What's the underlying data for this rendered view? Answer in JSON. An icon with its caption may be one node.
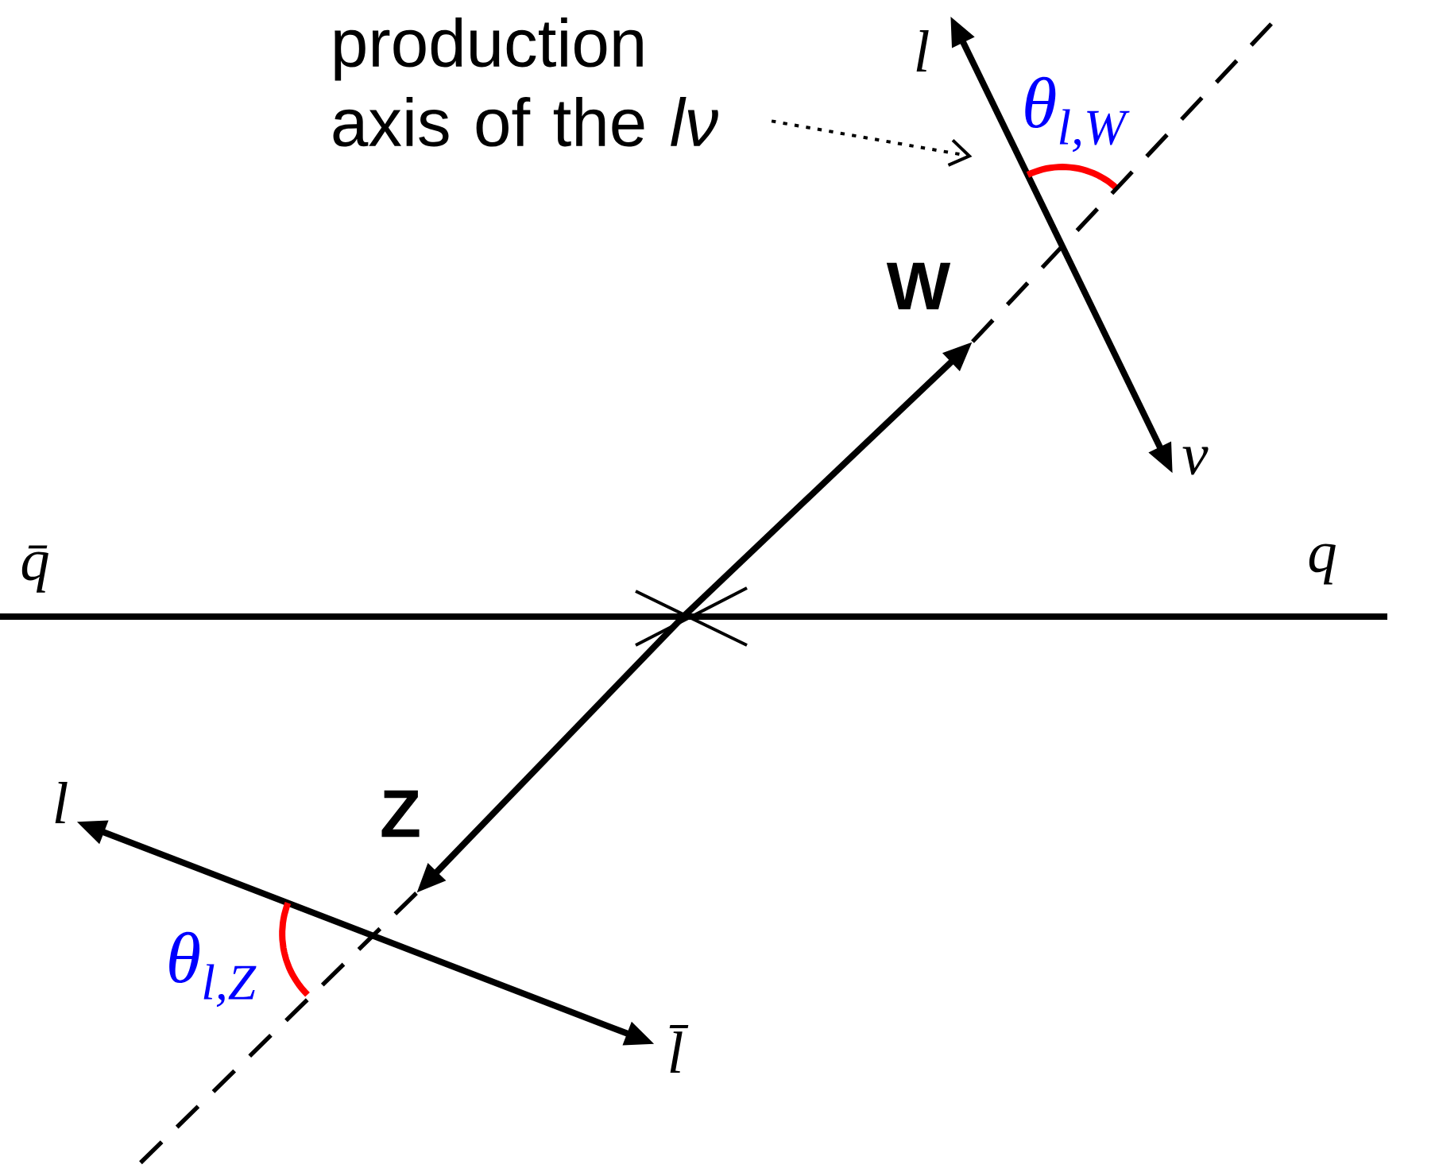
{
  "diagram": {
    "nodes": [
      {
        "text": [
          "production axis of the *lν*"
        ]
      },
      {
        "text": [],
        "shape": "line"
      }
    ],
    "edges": [
      {
        "from": 0,
        "to": 1,
        "arrow": "to",
        "style": "dashed"
      }
    ],
    "labels": [
      "l",
      "θ$_{l,W}$",
      "W",
      "ν",
      "q̄",
      "q",
      "l",
      "Z",
      "θ$_{l,Z}$",
      "l̄"
    ]
  }
}
